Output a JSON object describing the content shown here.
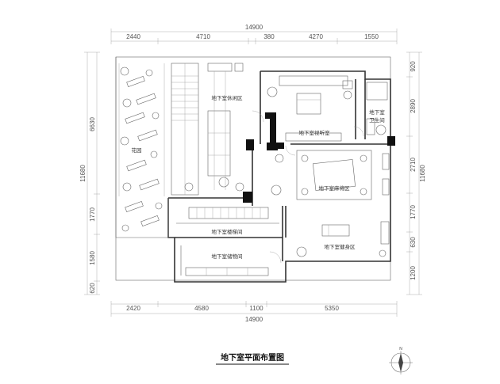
{
  "title": "地下室平面布置图",
  "dims_top": {
    "total": "14900",
    "segments": [
      "2440",
      "4710",
      "380",
      "4270",
      "1550"
    ]
  },
  "dims_bottom": {
    "total": "14900",
    "segments": [
      "2420",
      "4580",
      "1100",
      "5350"
    ]
  },
  "dims_left": {
    "total": "11680",
    "segments": [
      "6630",
      "1770",
      "1580",
      "620"
    ]
  },
  "dims_right": {
    "total": "11680",
    "segments": [
      "920",
      "2890",
      "2710",
      "1770",
      "630",
      "1200"
    ]
  },
  "rooms": {
    "leisure": "地下室休闲区",
    "audio": "地下室视听室",
    "bathroom_line1": "地下室",
    "bathroom_line2": "卫生间",
    "mahjong": "地下室麻将区",
    "garden": "花园",
    "stair": "地下室楼梯间",
    "gym": "地下室健身区",
    "storage": "地下室储物间"
  },
  "compass": "N"
}
